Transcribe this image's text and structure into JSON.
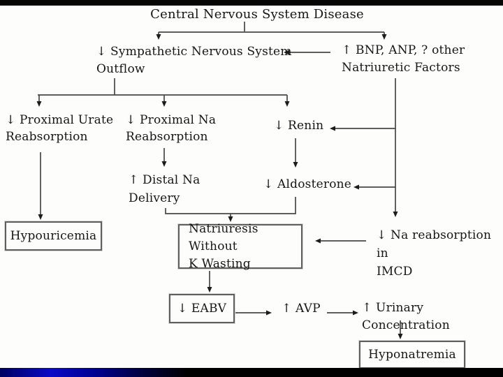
{
  "slide": {
    "background_color": "#fdfdfb",
    "top_bar_color": "#060606",
    "bottom_bar_colors": [
      "#000060",
      "#0a0ac6",
      "#000000"
    ],
    "line_color": "#444444",
    "text_color": "#161616"
  },
  "diagram": {
    "title": "Central Nervous System Disease",
    "nodes": {
      "sympathetic_outflow": "↓ Sympathetic Nervous System\nOutflow",
      "natriuretic_factors": "↑ BNP, ANP, ? other\nNatriuretic Factors",
      "proximal_urate_reabsorption": "↓ Proximal Urate\nReabsorption",
      "proximal_na_reabsorption": "↓ Proximal Na\nReabsorption",
      "renin": "↓ Renin",
      "distal_na_delivery": "↑ Distal Na\nDelivery",
      "aldosterone": "↓ Aldosterone",
      "hypouricemia": "Hypouricemia",
      "natriuresis_without_k_wasting": "Natriuresis Without\nK Wasting",
      "na_reabsorption_imcd": "↓ Na reabsorption in\nIMCD",
      "eabv": "↓ EABV",
      "avp": "↑ AVP",
      "urinary_concentration": "↑ Urinary Concentration",
      "hyponatremia": "Hyponatremia"
    },
    "edges": [
      {
        "from": "title",
        "to": "sympathetic_outflow"
      },
      {
        "from": "title",
        "to": "natriuretic_factors"
      },
      {
        "from": "natriuretic_factors",
        "to": "sympathetic_outflow"
      },
      {
        "from": "sympathetic_outflow",
        "to": "proximal_urate_reabsorption"
      },
      {
        "from": "sympathetic_outflow",
        "to": "proximal_na_reabsorption"
      },
      {
        "from": "sympathetic_outflow",
        "to": "renin"
      },
      {
        "from": "natriuretic_factors",
        "to": "renin"
      },
      {
        "from": "proximal_urate_reabsorption",
        "to": "hypouricemia"
      },
      {
        "from": "proximal_na_reabsorption",
        "to": "distal_na_delivery"
      },
      {
        "from": "renin",
        "to": "aldosterone"
      },
      {
        "from": "natriuretic_factors",
        "to": "aldosterone"
      },
      {
        "from": "distal_na_delivery",
        "to": "natriuresis_without_k_wasting"
      },
      {
        "from": "aldosterone",
        "to": "natriuresis_without_k_wasting"
      },
      {
        "from": "natriuretic_factors",
        "to": "na_reabsorption_imcd"
      },
      {
        "from": "na_reabsorption_imcd",
        "to": "natriuresis_without_k_wasting"
      },
      {
        "from": "natriuresis_without_k_wasting",
        "to": "eabv"
      },
      {
        "from": "eabv",
        "to": "avp"
      },
      {
        "from": "avp",
        "to": "urinary_concentration"
      },
      {
        "from": "urinary_concentration",
        "to": "hyponatremia"
      }
    ]
  }
}
